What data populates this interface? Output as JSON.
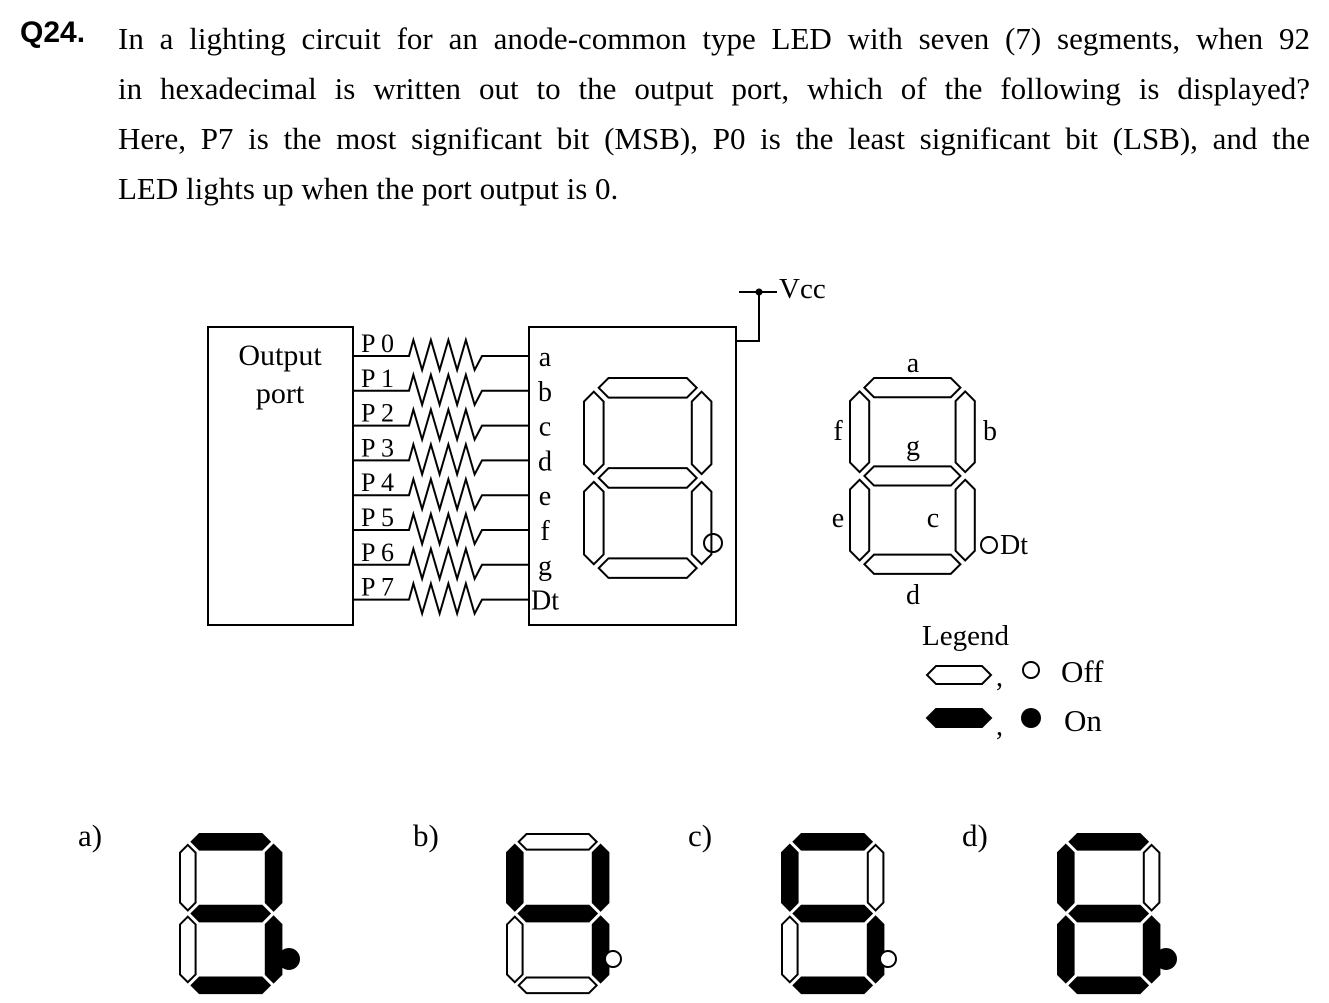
{
  "question": {
    "number": "Q24.",
    "lines": [
      "In a lighting circuit for an anode-common type LED with seven (7) segments, when 92",
      "in hexadecimal is written out to the output port, which of the following is displayed?",
      "Here, P7 is the most significant bit (MSB), P0 is the least significant bit (LSB), and the",
      "LED lights up when the port output is 0."
    ]
  },
  "circuit": {
    "output_port_label": [
      "Output",
      "port"
    ],
    "port_pins": [
      "P 0",
      "P 1",
      "P 2",
      "P 3",
      "P 4",
      "P 5",
      "P 6",
      "P 7"
    ],
    "led_pins": [
      "a",
      "b",
      "c",
      "d",
      "e",
      "f",
      "g",
      "Dt"
    ],
    "vcc_label": "Vcc"
  },
  "segment_diagram": {
    "labels": {
      "a": "a",
      "b": "b",
      "c": "c",
      "d": "d",
      "e": "e",
      "f": "f",
      "g": "g",
      "dt": "Dt"
    }
  },
  "legend": {
    "title": "Legend",
    "comma": ",",
    "off_label": "Off",
    "on_label": "On"
  },
  "options": [
    {
      "label": "a)",
      "on": {
        "a": true,
        "b": true,
        "c": true,
        "d": true,
        "e": false,
        "f": false,
        "g": true,
        "dt": true
      }
    },
    {
      "label": "b)",
      "on": {
        "a": false,
        "b": true,
        "c": true,
        "d": false,
        "e": false,
        "f": true,
        "g": true,
        "dt": false
      }
    },
    {
      "label": "c)",
      "on": {
        "a": true,
        "b": false,
        "c": true,
        "d": true,
        "e": false,
        "f": true,
        "g": true,
        "dt": false
      }
    },
    {
      "label": "d)",
      "on": {
        "a": true,
        "b": false,
        "c": true,
        "d": true,
        "e": true,
        "f": true,
        "g": true,
        "dt": true
      }
    }
  ],
  "colors": {
    "ink": "#000000",
    "paper": "#ffffff"
  }
}
